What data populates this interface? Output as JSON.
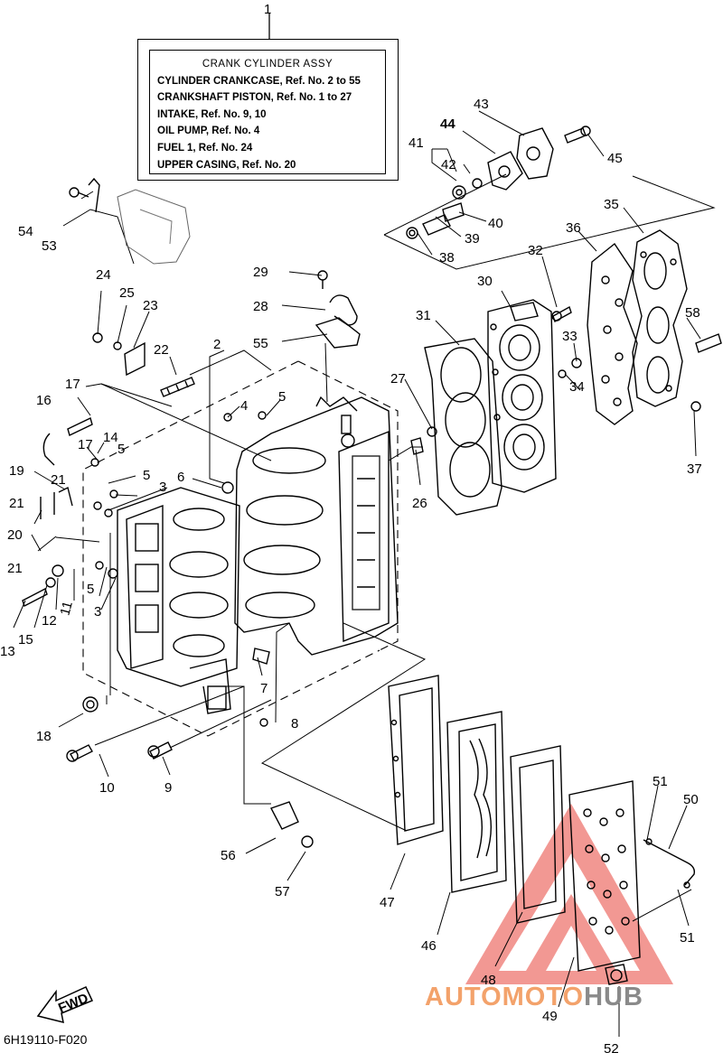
{
  "assembly_box": {
    "number": "1",
    "title": "CRANK CYLINDER ASSY",
    "lines": [
      "CYLINDER CRANKCASE,  Ref. No. 2 to 55",
      "CRANKSHAFT PISTON,  Ref. No. 1 to 27",
      "INTAKE,  Ref. No. 9, 10",
      "OIL PUMP,  Ref. No. 4",
      "FUEL 1,  Ref. No. 24",
      "UPPER CASING,  Ref. No. 20"
    ]
  },
  "part_labels": {
    "p2": "2",
    "p3a": "3",
    "p3b": "3",
    "p4": "4",
    "p5a": "5",
    "p5b": "5",
    "p5c": "5",
    "p5d": "5",
    "p6": "6",
    "p7": "7",
    "p8": "8",
    "p9": "9",
    "p10": "10",
    "p11": "11",
    "p12": "12",
    "p13": "13",
    "p14": "14",
    "p15": "15",
    "p16": "16",
    "p17a": "17",
    "p17b": "17",
    "p18": "18",
    "p19": "19",
    "p20": "20",
    "p21a": "21",
    "p21b": "21",
    "p21c": "21",
    "p22": "22",
    "p23": "23",
    "p24a": "24",
    "p25": "25",
    "p26": "26",
    "p27": "27",
    "p28": "28",
    "p29": "29",
    "p30": "30",
    "p31": "31",
    "p32": "32",
    "p33": "33",
    "p34": "34",
    "p35": "35",
    "p36": "36",
    "p37": "37",
    "p38": "38",
    "p39": "39",
    "p40": "40",
    "p41": "41",
    "p42": "42",
    "p43": "43",
    "p44": "44",
    "p45": "45",
    "p46": "46",
    "p47": "47",
    "p48": "48",
    "p49": "49",
    "p50": "50",
    "p51a": "51",
    "p51b": "51",
    "p52": "52",
    "p53": "53",
    "p54": "54",
    "p55": "55",
    "p56": "56",
    "p57": "57",
    "p58": "58"
  },
  "fwd_label": "FWD",
  "diagram_code": "6H19110-F020",
  "watermark": {
    "part1": "AUTOMOTO",
    "part2": "HUB"
  },
  "colors": {
    "watermark_red": "#e8453c",
    "watermark_orange": "#f3a26b",
    "watermark_gray": "#8a8a8a"
  }
}
